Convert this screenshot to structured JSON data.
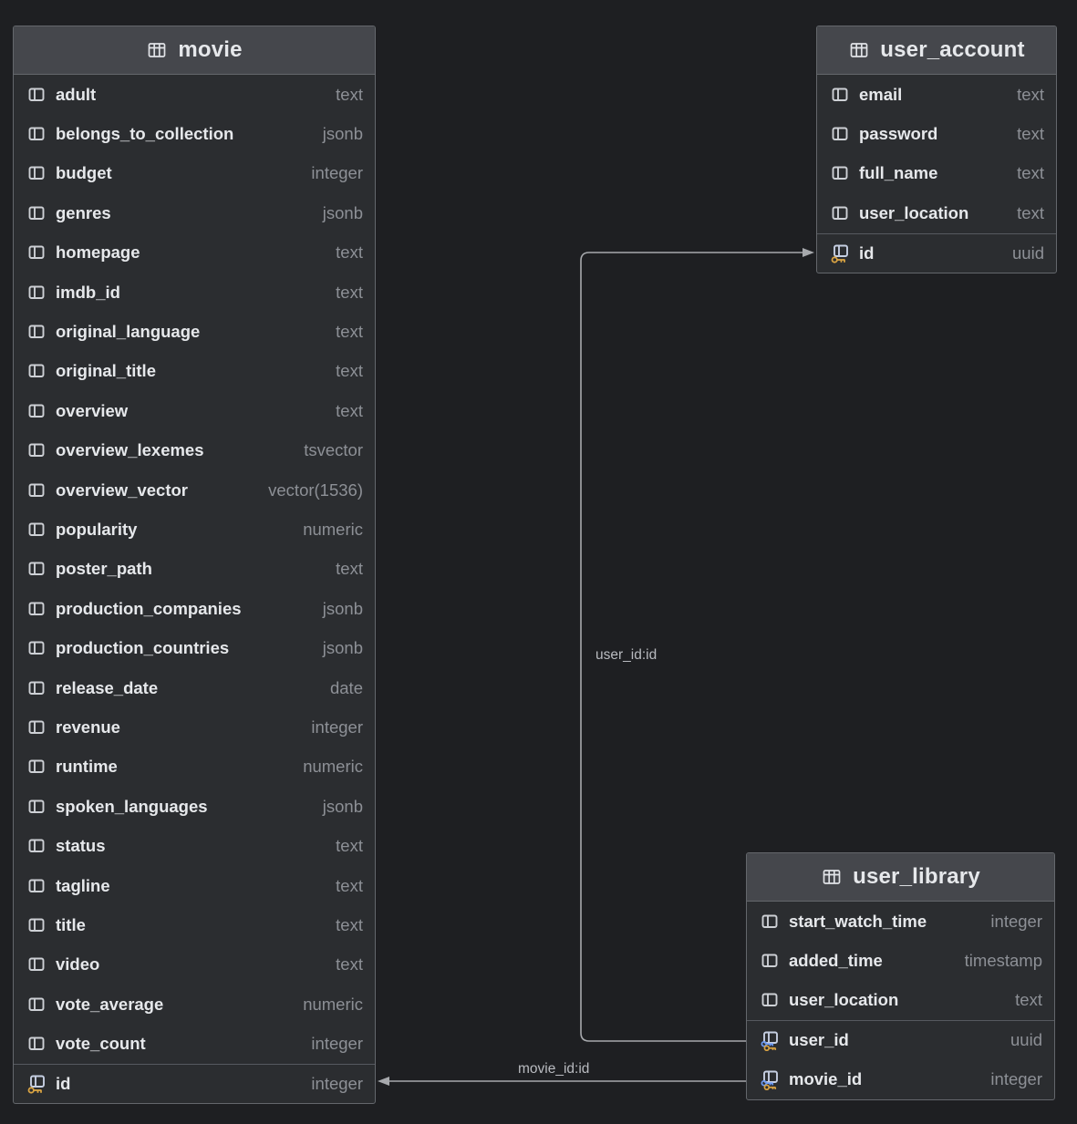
{
  "relations": [
    {
      "label": "user_id:id",
      "from_column": "user_library.user_id",
      "to_column": "user_account.id"
    },
    {
      "label": "movie_id:id",
      "from_column": "user_library.movie_id",
      "to_column": "movie.id"
    }
  ],
  "tables": [
    {
      "name": "movie",
      "columns": [
        {
          "name": "adult",
          "type": "text"
        },
        {
          "name": "belongs_to_collection",
          "type": "jsonb"
        },
        {
          "name": "budget",
          "type": "integer"
        },
        {
          "name": "genres",
          "type": "jsonb"
        },
        {
          "name": "homepage",
          "type": "text"
        },
        {
          "name": "imdb_id",
          "type": "text"
        },
        {
          "name": "original_language",
          "type": "text"
        },
        {
          "name": "original_title",
          "type": "text"
        },
        {
          "name": "overview",
          "type": "text"
        },
        {
          "name": "overview_lexemes",
          "type": "tsvector"
        },
        {
          "name": "overview_vector",
          "type": "vector(1536)"
        },
        {
          "name": "popularity",
          "type": "numeric"
        },
        {
          "name": "poster_path",
          "type": "text"
        },
        {
          "name": "production_companies",
          "type": "jsonb"
        },
        {
          "name": "production_countries",
          "type": "jsonb"
        },
        {
          "name": "release_date",
          "type": "date"
        },
        {
          "name": "revenue",
          "type": "integer"
        },
        {
          "name": "runtime",
          "type": "numeric"
        },
        {
          "name": "spoken_languages",
          "type": "jsonb"
        },
        {
          "name": "status",
          "type": "text"
        },
        {
          "name": "tagline",
          "type": "text"
        },
        {
          "name": "title",
          "type": "text"
        },
        {
          "name": "video",
          "type": "text"
        },
        {
          "name": "vote_average",
          "type": "numeric"
        },
        {
          "name": "vote_count",
          "type": "integer"
        },
        {
          "name": "id",
          "type": "integer",
          "key": "pk"
        }
      ]
    },
    {
      "name": "user_account",
      "columns": [
        {
          "name": "email",
          "type": "text"
        },
        {
          "name": "password",
          "type": "text"
        },
        {
          "name": "full_name",
          "type": "text"
        },
        {
          "name": "user_location",
          "type": "text"
        },
        {
          "name": "id",
          "type": "uuid",
          "key": "pk"
        }
      ]
    },
    {
      "name": "user_library",
      "columns": [
        {
          "name": "start_watch_time",
          "type": "integer"
        },
        {
          "name": "added_time",
          "type": "timestamp"
        },
        {
          "name": "user_location",
          "type": "text"
        },
        {
          "name": "user_id",
          "type": "uuid",
          "key": "fk"
        },
        {
          "name": "movie_id",
          "type": "integer",
          "key": "fk"
        }
      ]
    }
  ],
  "colors": {
    "canvas_bg": "#1e1f22",
    "row_bg": "#2b2d30",
    "header_bg": "#45474c",
    "border": "#64676c",
    "wire": "#a7a9ad",
    "primary_key_gold": "#d9a343",
    "foreign_key_blue": "#6d9bf5"
  }
}
